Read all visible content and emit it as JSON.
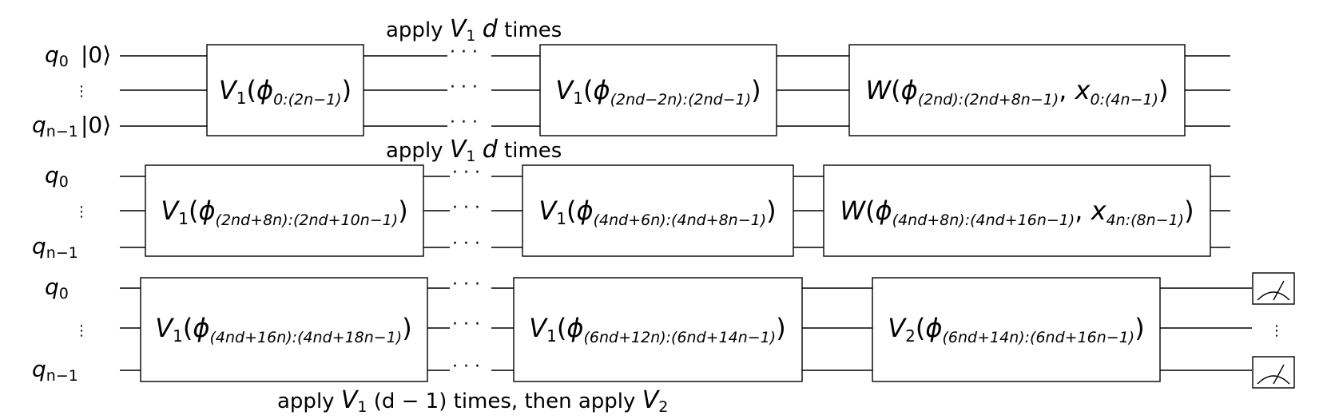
{
  "rows": [
    {
      "labels": {
        "top": {
          "base": "q",
          "sub": "0",
          "ket": "|0⟩"
        },
        "mid": "⋮",
        "bottom": {
          "base": "q",
          "sub": "n−1",
          "ket": "|0⟩"
        }
      },
      "annotation": {
        "pre": "apply ",
        "v": "V",
        "vsub": "1",
        "d": "d",
        "post": " times"
      },
      "dots": "· · ·",
      "gates": [
        {
          "op": "V",
          "opsub": "1",
          "phisub": "0:(2n−1)",
          "extra": ""
        },
        {
          "op": "V",
          "opsub": "1",
          "phisub": "(2nd−2n):(2nd−1)",
          "extra": ""
        },
        {
          "op": "W",
          "opsub": "",
          "phisub": "(2nd):(2nd+8n−1)",
          "extra": "0:(4n−1)"
        }
      ]
    },
    {
      "labels": {
        "top": {
          "base": "q",
          "sub": "0",
          "ket": ""
        },
        "mid": "⋮",
        "bottom": {
          "base": "q",
          "sub": "n−1",
          "ket": ""
        }
      },
      "annotation": {
        "pre": "apply ",
        "v": "V",
        "vsub": "1",
        "d": "d",
        "post": " times"
      },
      "dots": "· · ·",
      "gates": [
        {
          "op": "V",
          "opsub": "1",
          "phisub": "(2nd+8n):(2nd+10n−1)",
          "extra": ""
        },
        {
          "op": "V",
          "opsub": "1",
          "phisub": "(4nd+6n):(4nd+8n−1)",
          "extra": ""
        },
        {
          "op": "W",
          "opsub": "",
          "phisub": "(4nd+8n):(4nd+16n−1)",
          "extra": "4n:(8n−1)"
        }
      ]
    },
    {
      "labels": {
        "top": {
          "base": "q",
          "sub": "0",
          "ket": ""
        },
        "mid": "⋮",
        "bottom": {
          "base": "q",
          "sub": "n−1",
          "ket": ""
        }
      },
      "annotation": {
        "pre": "apply ",
        "v": "V",
        "vsub": "1",
        "mid": " (d − 1) times, then apply ",
        "v2": "V",
        "v2sub": "2"
      },
      "dots": "· · ·",
      "gates": [
        {
          "op": "V",
          "opsub": "1",
          "phisub": "(4nd+16n):(4nd+18n−1)",
          "extra": ""
        },
        {
          "op": "V",
          "opsub": "1",
          "phisub": "(6nd+12n):(6nd+14n−1)",
          "extra": ""
        },
        {
          "op": "V",
          "opsub": "2",
          "phisub": "(6nd+14n):(6nd+16n−1)",
          "extra": ""
        }
      ],
      "meter_dots": "⋮"
    }
  ]
}
